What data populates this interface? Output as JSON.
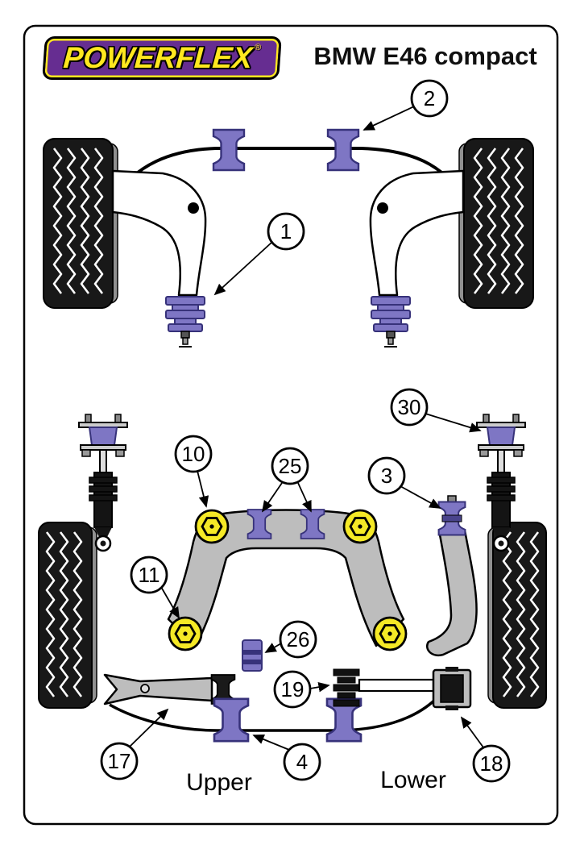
{
  "header": {
    "brand": "POWERFLEX",
    "registered": "®",
    "title": "BMW E46 compact"
  },
  "callouts": {
    "c1": "1",
    "c2": "2",
    "c3": "3",
    "c4": "4",
    "c10": "10",
    "c11": "11",
    "c17": "17",
    "c18": "18",
    "c19": "19",
    "c25": "25",
    "c26": "26",
    "c30": "30"
  },
  "labels": {
    "upper": "Upper",
    "lower": "Lower"
  },
  "colors": {
    "bushing_purple": "#7E76C4",
    "bushing_purple_dark": "#37327A",
    "bushing_yellow": "#F5E926",
    "frame_gray": "#BDBDBD",
    "logo_purple": "#662D91",
    "logo_yellow": "#FFE81F"
  }
}
